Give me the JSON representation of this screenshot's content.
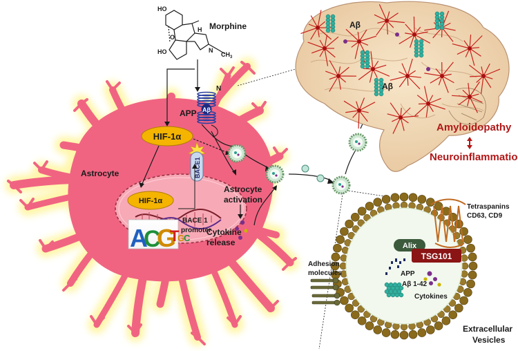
{
  "labels": {
    "morphine": "Morphine",
    "ch3": "CH",
    "ch3_sub": "3",
    "ho": "HO",
    "o": "O",
    "h": "H",
    "n_atom": "N",
    "n_terminal": "N",
    "app": "APP",
    "abeta": "Aβ",
    "hif_top": "HIF-1α",
    "hif_nucleus": "HIF-1α",
    "bace1": "BACE1",
    "bace1_promoter_line1": "BACE 1",
    "bace1_promoter_line2": "promoter",
    "astrocyte": "Astrocyte",
    "activation_line1": "Astrocyte",
    "activation_line2": "activation",
    "cytokine_line1": "Cytokine",
    "cytokine_line2": "release",
    "abeta_brain_1": "Aβ",
    "abeta_brain_2": "Aβ",
    "amyloidopathy": "Amyloidopathy",
    "neuroinflammation": "Neuroinflammation",
    "tetraspanins_line1": "Tetraspanins",
    "tetraspanins_line2": "CD63, CD9",
    "alix": "Alix",
    "tsg101": "TSG101",
    "adhesion_line1": "Adhesion",
    "adhesion_line2": "molecules",
    "ev_app": "APP",
    "ev_abeta": "Aβ 1-42",
    "ev_cytokines": "Cytokines",
    "ev_line1": "Extracellular",
    "ev_line2": "Vesicles",
    "motif": "ACGTGC"
  },
  "colors": {
    "astrocyte": "#f06482",
    "glow": "#fff5a0",
    "hif": "#f4b400",
    "title_red": "#b01818",
    "vesicle_bead": "#8a6a1c",
    "tsg": "#8b1414",
    "alix": "#3c5a3c"
  }
}
